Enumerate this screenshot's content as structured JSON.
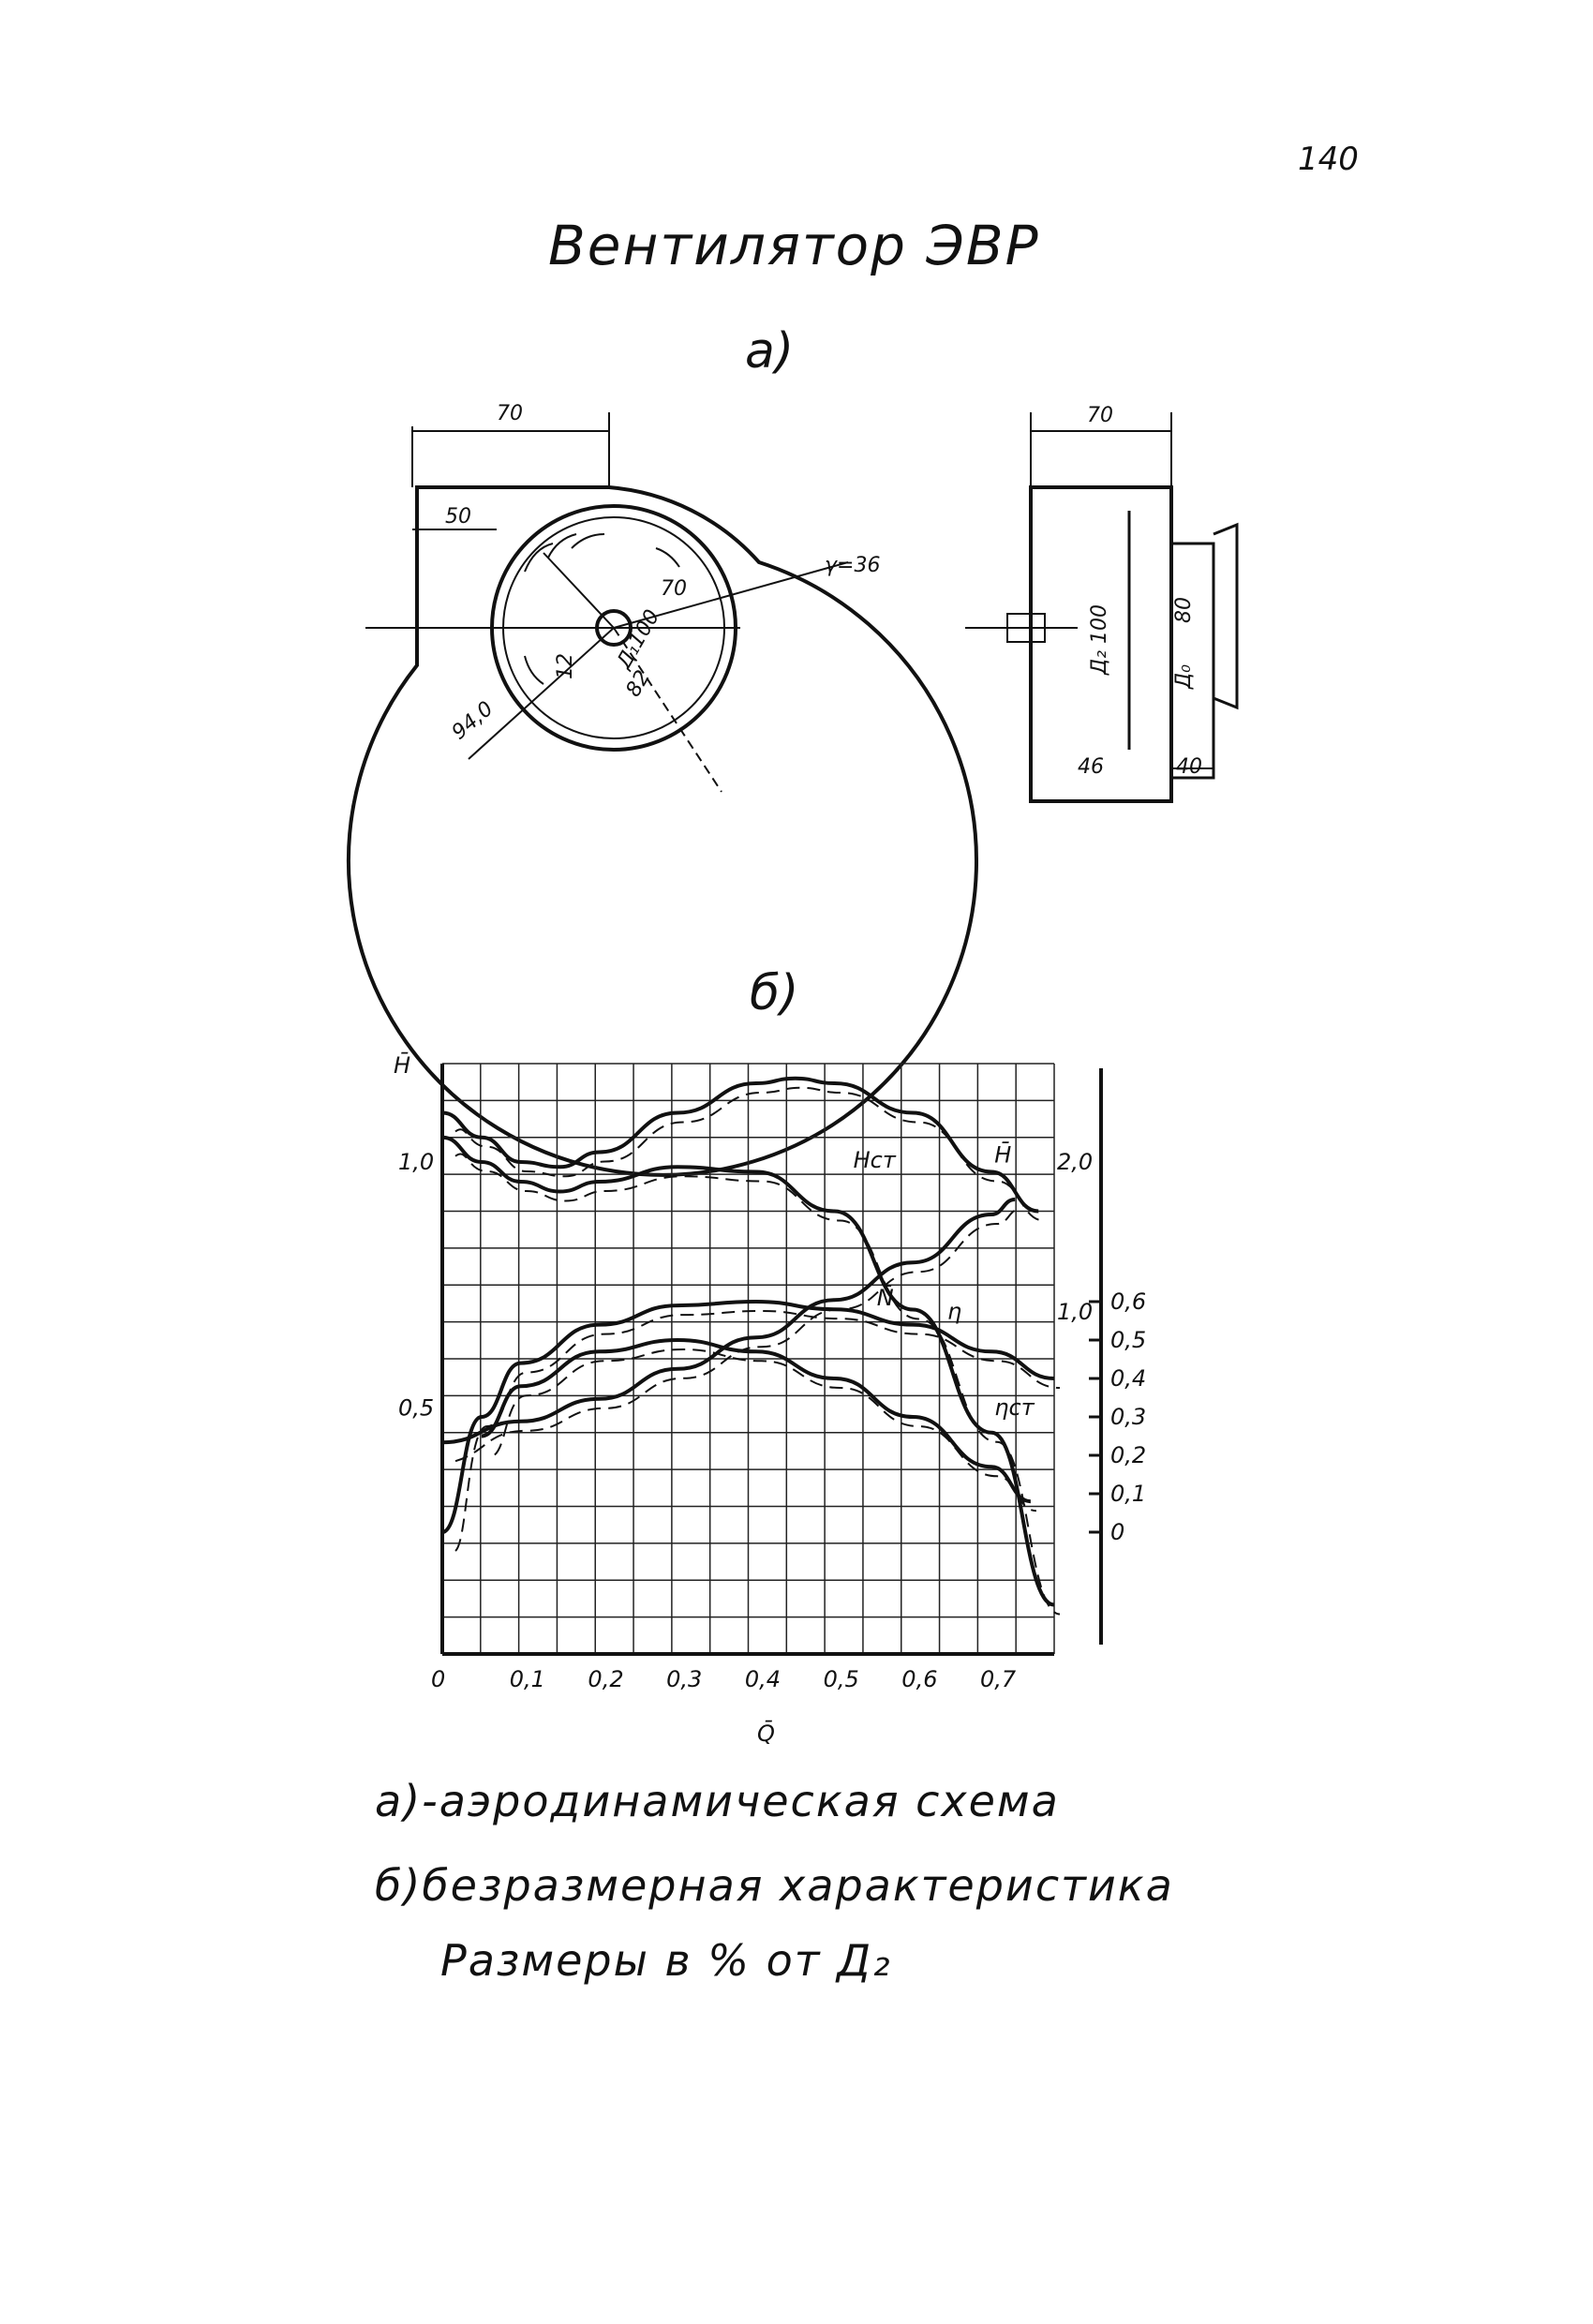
{
  "page_number": "140",
  "title": "Вентилятор ЭВР",
  "diagram_a": {
    "label": "a)",
    "dims": [
      "70",
      "50",
      "70",
      "γ=36",
      "Д₁100",
      "12",
      "94,0",
      "82",
      "70",
      "Д₂ 100",
      "80",
      "Д₀",
      "46",
      "40"
    ]
  },
  "chart_label": "б)",
  "chart": {
    "y_axis_label": "H̄",
    "x_axis_label": "Q̄",
    "left_ticks": [
      "1,0",
      "0,5"
    ],
    "right_ticks": [
      "0,6",
      "0,5",
      "0,4",
      "0,3",
      "0,2",
      "0,1",
      "0"
    ],
    "right_ticks_n": [
      "2,0",
      "1,0"
    ],
    "x_ticks": [
      "0",
      "0,1",
      "0,2",
      "0,3",
      "0,4",
      "0,5",
      "0,6",
      "0,7"
    ],
    "curve_labels": [
      "η",
      "H̄",
      "Hст",
      "ηст",
      "N̄"
    ]
  },
  "chart_data": {
    "type": "line",
    "x_range": [
      0,
      0.78
    ],
    "series": [
      {
        "name": "η",
        "axis": "right",
        "x": [
          0.0,
          0.05,
          0.1,
          0.2,
          0.3,
          0.4,
          0.5,
          0.6,
          0.7,
          0.78
        ],
        "values": [
          0.0,
          0.3,
          0.44,
          0.54,
          0.59,
          0.6,
          0.58,
          0.54,
          0.47,
          0.4
        ]
      },
      {
        "name": "H̄",
        "axis": "left",
        "x": [
          0.0,
          0.05,
          0.1,
          0.15,
          0.2,
          0.3,
          0.4,
          0.45,
          0.5,
          0.6,
          0.7,
          0.76
        ],
        "values": [
          1.1,
          1.05,
          1.0,
          0.99,
          1.02,
          1.1,
          1.16,
          1.17,
          1.16,
          1.1,
          0.98,
          0.9
        ]
      },
      {
        "name": "Hст",
        "axis": "left",
        "x": [
          0.0,
          0.05,
          0.1,
          0.15,
          0.2,
          0.3,
          0.4,
          0.5,
          0.6,
          0.7,
          0.78
        ],
        "values": [
          1.05,
          1.0,
          0.96,
          0.94,
          0.96,
          0.99,
          0.98,
          0.9,
          0.7,
          0.45,
          0.1
        ]
      },
      {
        "name": "ηст",
        "axis": "right",
        "x": [
          0.05,
          0.1,
          0.2,
          0.3,
          0.4,
          0.5,
          0.6,
          0.7,
          0.75
        ],
        "values": [
          0.25,
          0.38,
          0.47,
          0.5,
          0.47,
          0.4,
          0.3,
          0.17,
          0.08
        ]
      },
      {
        "name": "N̄",
        "axis": "right_n",
        "x": [
          0.0,
          0.1,
          0.2,
          0.3,
          0.4,
          0.5,
          0.6,
          0.7,
          0.73
        ],
        "values": [
          0.13,
          0.27,
          0.42,
          0.62,
          0.83,
          1.08,
          1.33,
          1.65,
          1.75
        ]
      }
    ]
  },
  "captions": {
    "line1": "а)-аэродинамическая схема",
    "line2": "б)безразмерная характеристика",
    "line3": "Размеры в % от Д₂"
  }
}
